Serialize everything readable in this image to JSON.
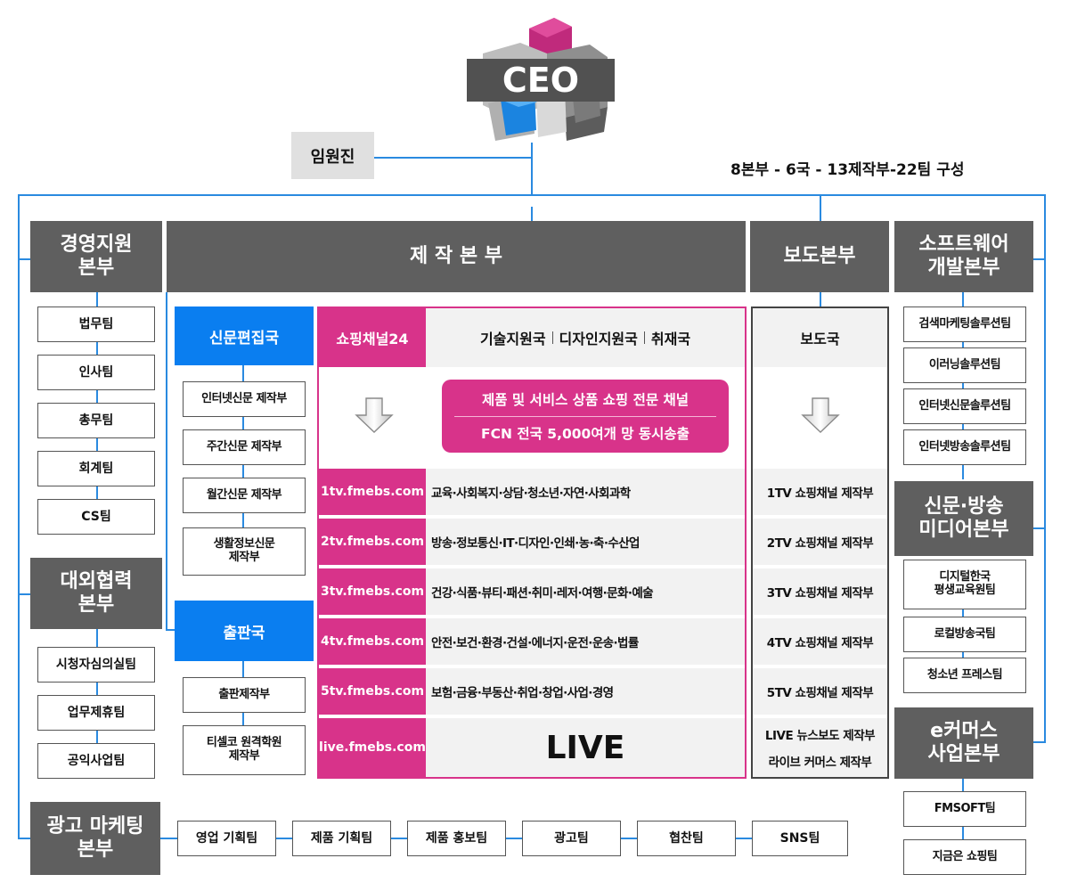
{
  "top": {
    "ceo": "CEO",
    "executives": "임원진",
    "summary": "8본부 - 6국 - 13제작부-22팀 구성"
  },
  "colors": {
    "magenta": "#d8338a",
    "blue": "#0a7ef0",
    "gray": "#5f5f5f",
    "line": "#2a8ae0"
  },
  "left": {
    "management": "경영지원\n본부",
    "management_teams": [
      "법무팀",
      "인사팀",
      "총무팀",
      "회계팀",
      "CS팀"
    ],
    "external": "대외협력\n본부",
    "external_teams": [
      "시청자심의실팀",
      "업무제휴팀",
      "공익사업팀"
    ]
  },
  "production": {
    "title": "제 작 본 부",
    "newspaper": "신문편집국",
    "newspaper_units": [
      "인터넷신문 제작부",
      "주간신문 제작부",
      "월간신문 제작부",
      "생활정보신문\n제작부"
    ],
    "publishing": "출판국",
    "publishing_units": [
      "출판제작부",
      "티셀코 원격학원\n제작부"
    ]
  },
  "shopping": {
    "channel": "쇼핑채널24",
    "support": [
      "기술지원국",
      "디자인지원국",
      "취재국"
    ],
    "tagline1": "제품 및 서비스 상품 쇼핑 전문 채널",
    "tagline2": "FCN 전국 5,000여개 망 동시송출",
    "rows": [
      {
        "site": "1tv.fmebs.com",
        "topics": "교육·사회복지·상담·청소년·자연·사회과학"
      },
      {
        "site": "2tv.fmebs.com",
        "topics": "방송·정보통신·IT·디자인·인쇄·농·축·수산업"
      },
      {
        "site": "3tv.fmebs.com",
        "topics": "건강·식품·뷰티·패션·취미·레저·여행·문화·예술"
      },
      {
        "site": "4tv.fmebs.com",
        "topics": "안전·보건·환경·건설·에너지·운전·운송·법률"
      },
      {
        "site": "5tv.fmebs.com",
        "topics": "보험·금융·부동산·취업·창업·사업·경영"
      },
      {
        "site": "live.fmebs.com",
        "topics": "LIVE"
      }
    ]
  },
  "news": {
    "hq": "보도본부",
    "bureau": "보도국",
    "units": [
      "1TV 쇼핑채널 제작부",
      "2TV 쇼핑채널 제작부",
      "3TV 쇼핑채널 제작부",
      "4TV 쇼핑채널 제작부",
      "5TV 쇼핑채널 제작부"
    ],
    "live_units": [
      "LIVE 뉴스보도 제작부",
      "라이브 커머스 제작부"
    ]
  },
  "right": {
    "software": "소프트웨어\n개발본부",
    "software_teams": [
      "검색마케팅솔루션팀",
      "이러닝솔루션팀",
      "인터넷신문솔루션팀",
      "인터넷방송솔루션팀"
    ],
    "media": "신문·방송\n미디어본부",
    "media_teams": [
      "디지털한국\n평생교육원팀",
      "로컬방송국팀",
      "청소년 프레스팀"
    ],
    "ecommerce": "e커머스\n사업본부",
    "ecommerce_teams": [
      "FMSOFT팀",
      "지금은 쇼핑팀"
    ]
  },
  "bottom": {
    "marketing": "광고 마케팅\n본부",
    "teams": [
      "영업 기획팀",
      "제품 기획팀",
      "제품 홍보팀",
      "광고팀",
      "협찬팀",
      "SNS팀"
    ]
  }
}
